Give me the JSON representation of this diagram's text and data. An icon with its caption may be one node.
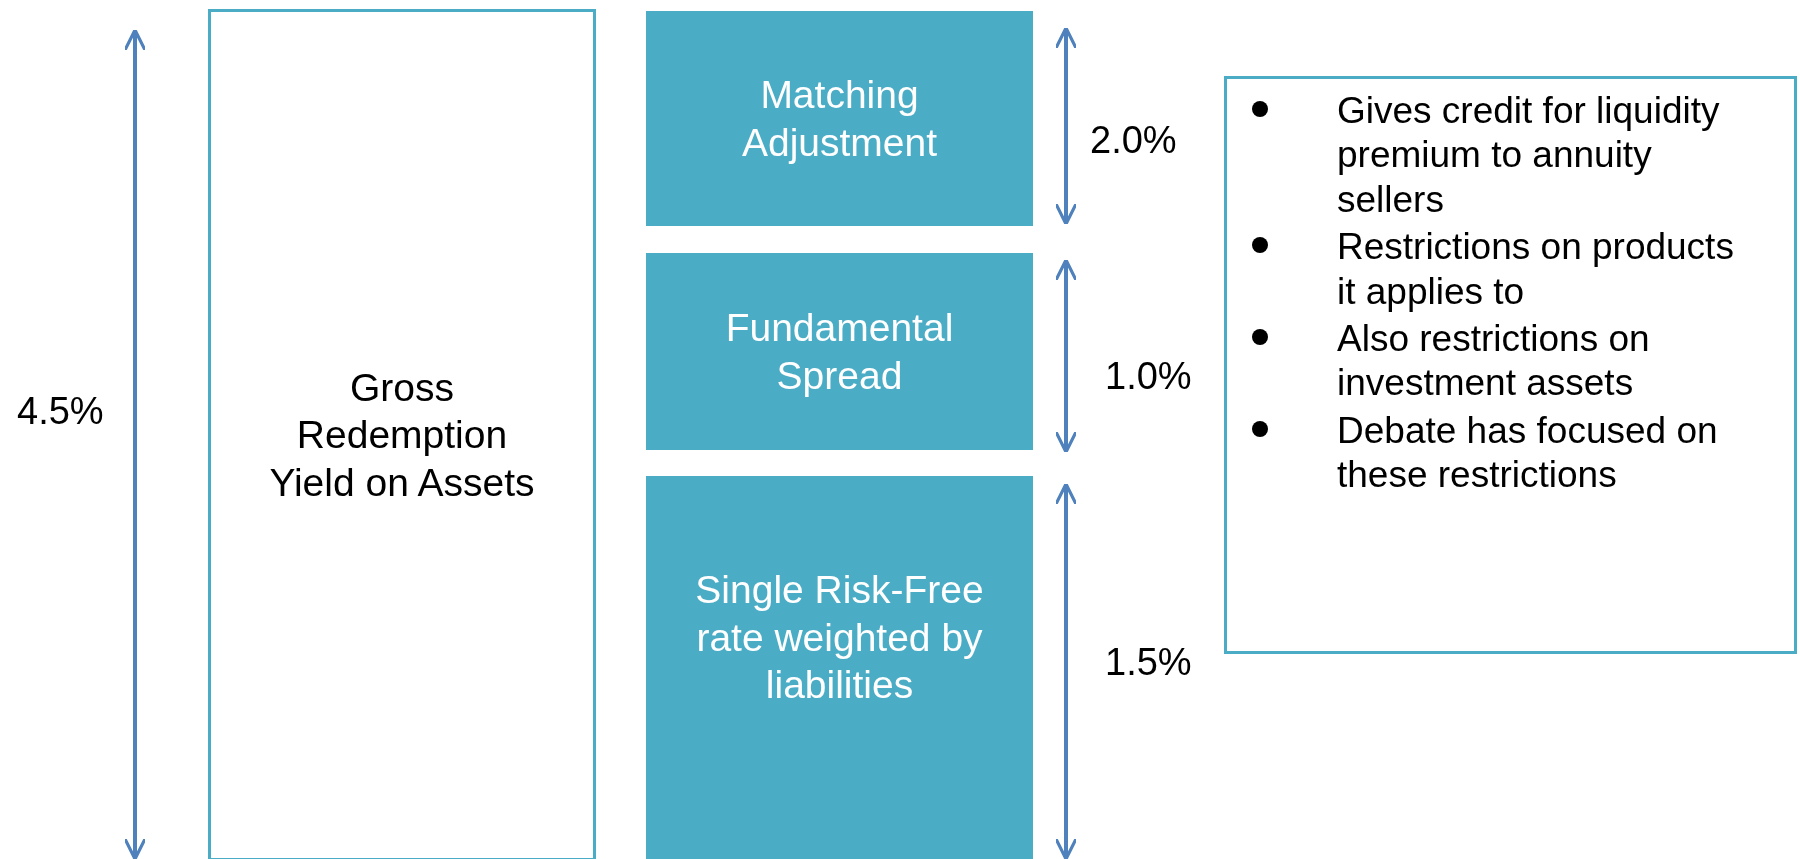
{
  "diagram": {
    "nodes": [
      {
        "text": [
          "Gross Redemption Yield on Assets"
        ]
      },
      {
        "text": [
          "Matching Adjustment"
        ]
      },
      {
        "text": [
          "Fundamental Spread"
        ]
      },
      {
        "text": [
          "Single Risk-Free rate weighted by liabilities"
        ]
      },
      {
        "text": [
          "Gives credit for liquidity premium to annuity sellers",
          "Restrictions on products it applies to",
          "Also restrictions on investment assets",
          "Debate has focused on these restrictions"
        ]
      }
    ],
    "labels": [
      "4.5%",
      "2.0%",
      "1.0%",
      "1.5%"
    ]
  }
}
